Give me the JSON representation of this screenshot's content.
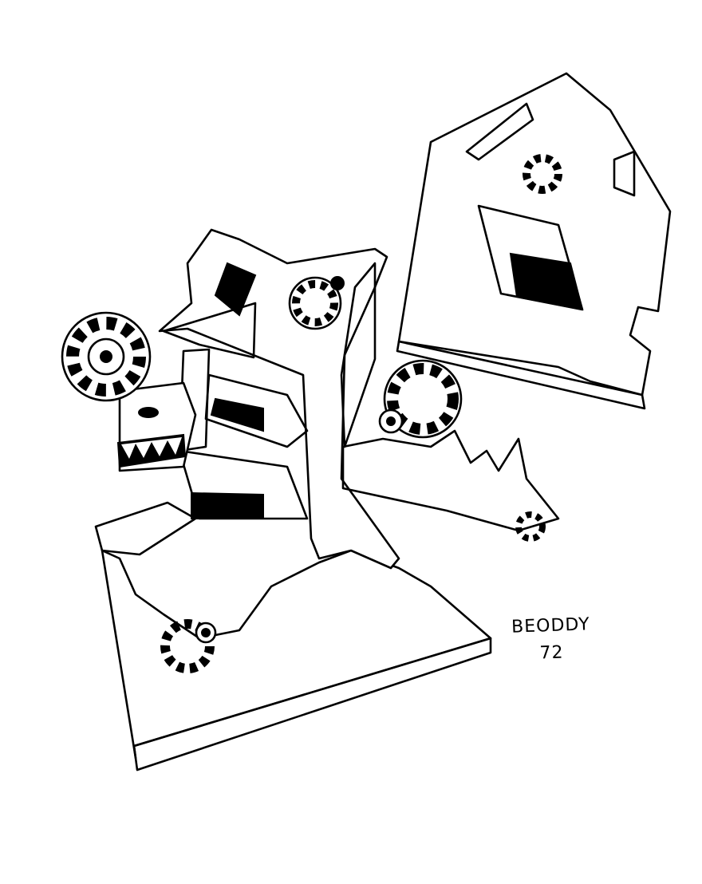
{
  "artwork": {
    "medium": "pen and ink drawing",
    "palette": {
      "ink": "#000000",
      "paper": "#ffffff"
    },
    "signature": {
      "name": "BEODDY",
      "year": "72"
    }
  }
}
